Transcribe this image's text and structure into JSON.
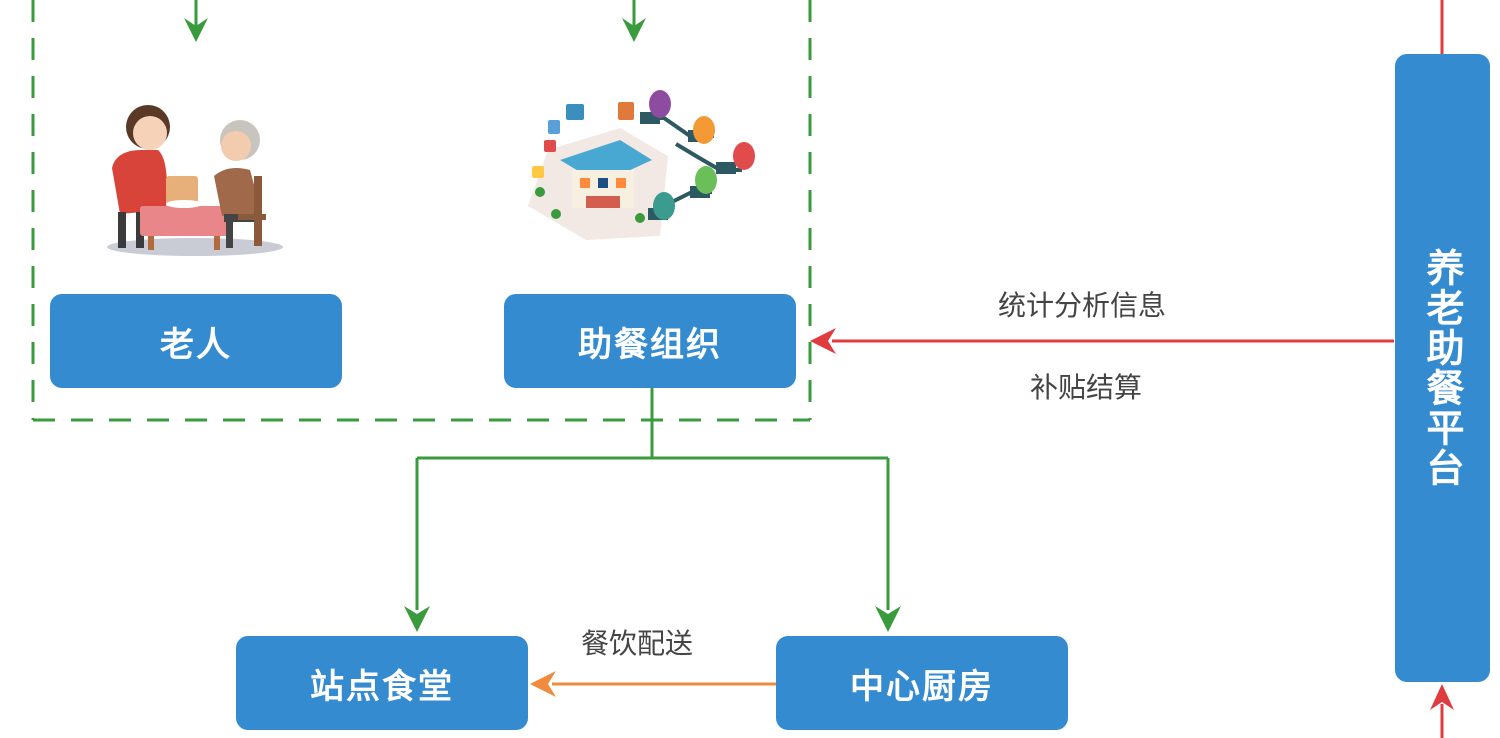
{
  "nodes": {
    "elderly": "老人",
    "meal_org": "助餐组织",
    "station_canteen": "站点食堂",
    "central_kitchen": "中心厨房",
    "platform": "养老助餐平台"
  },
  "edges": {
    "stats_info": "统计分析信息",
    "subsidy_settlement": "补贴结算",
    "catering_delivery": "餐饮配送"
  },
  "colors": {
    "box": "#348bd0",
    "green": "#3a9b3c",
    "red": "#e03b3f",
    "orange": "#f08a3c",
    "label_text": "#444444"
  }
}
